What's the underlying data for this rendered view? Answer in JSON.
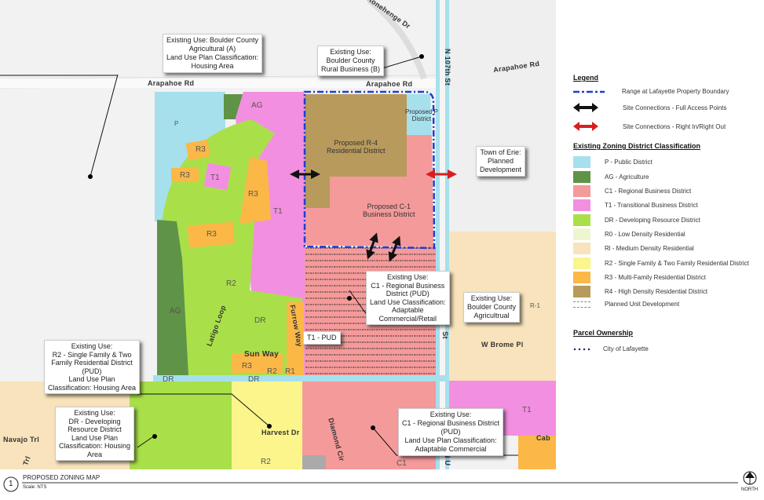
{
  "map": {
    "roads": [
      "Arapahoe Rd",
      "Arapahoe Rd",
      "N 107th St",
      "Stonehenge Dr",
      "Latigo Loop",
      "Furrow Way",
      "Sun Way",
      "Harvest Dr",
      "Navajo Trl",
      "Trl",
      "W Brome Pl",
      "Diamond Cir",
      "Arapahoe Rd",
      "St",
      "Cab",
      "N U"
    ],
    "zone_labels": [
      "P",
      "AG",
      "R3",
      "R3",
      "T1",
      "R3",
      "R3",
      "T1",
      "R2",
      "AG",
      "DR",
      "R3",
      "R2",
      "R1",
      "DR",
      "DR",
      "R-1",
      "T1",
      "R2",
      "C1"
    ],
    "proposed": {
      "r4": [
        "Proposed R-4",
        "Residential District"
      ],
      "c1": [
        "Proposed C-1",
        "Business District"
      ],
      "p": [
        "Proposed P",
        "District"
      ]
    },
    "callouts": {
      "boulder_ag": [
        "Existing Use: Boulder County",
        "Agricultural (A)",
        "Land Use Plan Classification:",
        "Housing Area"
      ],
      "rural_business": [
        "Existing Use:",
        "Boulder County",
        "Rural Business (B)"
      ],
      "erie": [
        "Town of Erie:",
        "Planned",
        "Development"
      ],
      "c1_pud": [
        "Existing Use:",
        "C1 - Regional Business",
        "District (PUD)",
        "Land Use Classification:",
        "Adaptable",
        "Commercial/Retail"
      ],
      "boulder_agri": [
        "Existing Use:",
        "Boulder County",
        "Agricultrual"
      ],
      "t1_pud": [
        "T1 - PUD"
      ],
      "r2": [
        "Existing Use:",
        "R2 - Single Family & Two",
        "Family Residential District",
        "(PUD)",
        "Land Use Plan",
        "Classification: Housing Area"
      ],
      "dr": [
        "Existing Use:",
        "DR - Developing",
        "Resource District",
        "Land Use Plan",
        "Classification: Housing",
        "Area"
      ],
      "c1_south": [
        "Existing Use:",
        "C1 - Regional Business District",
        "(PUD)",
        "Land Use Plan Classification:",
        "Adaptable Commercial"
      ]
    }
  },
  "legend": {
    "title": "Legend",
    "lines": [
      {
        "label": "Range at Lafayette Property Boundary",
        "color": "#1a3fd6"
      },
      {
        "label": "Site Connections - Full Access Points",
        "color": "#111111"
      },
      {
        "label": "Site Connections - Right In/Right Out",
        "color": "#d62020"
      }
    ],
    "zoning_title": "Existing Zoning District Classification",
    "zones": [
      {
        "label": "P - Public District",
        "color": "#a6e0ec"
      },
      {
        "label": "AG - Agriculture",
        "color": "#5f9347"
      },
      {
        "label": "C1 - Regional Business District",
        "color": "#f59a9a"
      },
      {
        "label": "T1 - Transitional Business District",
        "color": "#f38fe0"
      },
      {
        "label": "DR - Developing Resource District",
        "color": "#a9e04a"
      },
      {
        "label": "R0 - Low Density Residential",
        "color": "#eef6cf"
      },
      {
        "label": "Rl - Medium Density Residential",
        "color": "#f8e3bd"
      },
      {
        "label": "R2 - Single Family & Two Family Residential District",
        "color": "#fbf58c"
      },
      {
        "label": "R3 - Multi-Family Residential District",
        "color": "#fbb847"
      },
      {
        "label": "R4 - High Density Residential District",
        "color": "#b89a5c"
      },
      {
        "label": "Planned Unit Development",
        "color": "#888888"
      }
    ],
    "parcel_title": "Parcel Ownership",
    "parcel": {
      "label": "City of Lafayette",
      "color": "#1d2a6b"
    }
  },
  "footer": {
    "number": "1",
    "title": "PROPOSED ZONING MAP",
    "scale": "Scale:  NTS",
    "north": "NORTH"
  }
}
